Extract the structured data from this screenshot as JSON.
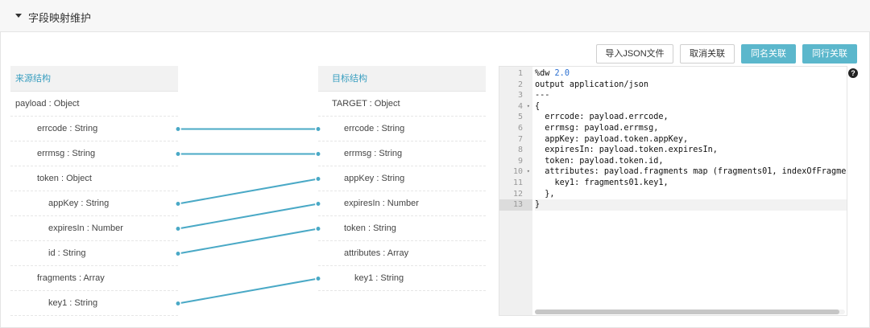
{
  "panel": {
    "title": "字段映射维护"
  },
  "toolbar": {
    "import_json": "导入JSON文件",
    "cancel_link": "取消关联",
    "same_name_link": "同名关联",
    "same_row_link": "同行关联"
  },
  "source": {
    "header": "来源结构",
    "rows": [
      "payload : Object",
      "errcode : String",
      "errmsg : String",
      "token : Object",
      "appKey : String",
      "expiresIn : Number",
      "id : String",
      "fragments : Array",
      "key1 : String"
    ]
  },
  "target": {
    "header": "目标结构",
    "rows": [
      "TARGET : Object",
      "errcode : String",
      "errmsg : String",
      "appKey : String",
      "expiresIn : Number",
      "token : String",
      "attributes : Array",
      "key1 : String"
    ]
  },
  "mappings": [
    {
      "source": "errcode : String",
      "target": "errcode : String"
    },
    {
      "source": "errmsg : String",
      "target": "errmsg : String"
    },
    {
      "source": "appKey : String",
      "target": "appKey : String"
    },
    {
      "source": "expiresIn : Number",
      "target": "expiresIn : Number"
    },
    {
      "source": "id : String",
      "target": "token : String"
    },
    {
      "source": "key1 : String",
      "target": "key1 : String"
    }
  ],
  "editor": {
    "line_numbers": [
      "1",
      "2",
      "3",
      "4",
      "5",
      "6",
      "7",
      "8",
      "9",
      "10",
      "11",
      "12",
      "13"
    ],
    "lines": [
      "%dw 2.0",
      "output application/json",
      "---",
      "{",
      "  errcode: payload.errcode,",
      "  errmsg: payload.errmsg,",
      "  appKey: payload.token.appKey,",
      "  expiresIn: payload.token.expiresIn,",
      "  token: payload.token.id,",
      "  attributes: payload.fragments map (fragments01, indexOfFragme",
      "    key1: fragments01.key1,",
      "  },",
      "}"
    ]
  },
  "help": {
    "label": "?"
  },
  "colors": {
    "accent": "#5bb7cc",
    "link_line": "#4aa9c6",
    "header_text": "#3a9fc0"
  },
  "icons": {
    "collapse": "caret-down-icon",
    "help": "question-circle-icon",
    "fold": "fold-arrow-icon"
  }
}
